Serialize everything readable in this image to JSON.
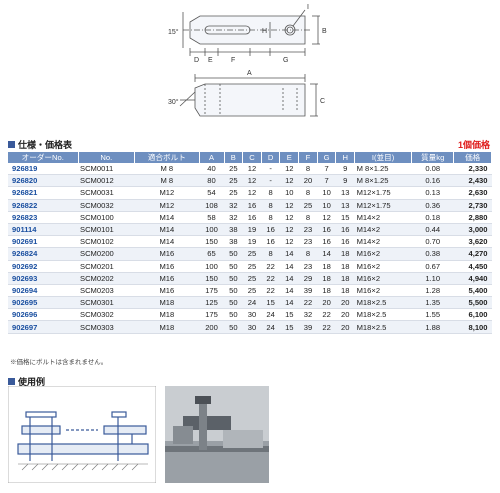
{
  "drawing": {
    "angle_top": "15°",
    "angle_side": "30°",
    "label_I": "I",
    "label_H": "H",
    "label_B": "B",
    "label_D": "D",
    "label_E": "E",
    "label_F": "F",
    "label_G": "G",
    "label_A": "A",
    "label_C": "C"
  },
  "spec": {
    "title": "仕様・価格表",
    "price_note": "1個価格",
    "columns": [
      "オーダーNo.",
      "No.",
      "適合ボルト",
      "A",
      "B",
      "C",
      "D",
      "E",
      "F",
      "G",
      "H",
      "I(並目)",
      "質量kg",
      "価格"
    ],
    "rows": [
      [
        "926819",
        "SCM0011",
        "M 8",
        "40",
        "25",
        "12",
        "-",
        "12",
        "8",
        "7",
        "9",
        "M 8×1.25",
        "0.08",
        "2,330"
      ],
      [
        "926820",
        "SCM0012",
        "M 8",
        "80",
        "25",
        "12",
        "-",
        "12",
        "20",
        "7",
        "9",
        "M 8×1.25",
        "0.16",
        "2,430"
      ],
      [
        "926821",
        "SCM0031",
        "M12",
        "54",
        "25",
        "12",
        "8",
        "10",
        "8",
        "10",
        "13",
        "M12×1.75",
        "0.13",
        "2,630"
      ],
      [
        "926822",
        "SCM0032",
        "M12",
        "108",
        "32",
        "16",
        "8",
        "12",
        "25",
        "10",
        "13",
        "M12×1.75",
        "0.36",
        "2,730"
      ],
      [
        "926823",
        "SCM0100",
        "M14",
        "58",
        "32",
        "16",
        "8",
        "12",
        "8",
        "12",
        "15",
        "M14×2",
        "0.18",
        "2,880"
      ],
      [
        "901114",
        "SCM0101",
        "M14",
        "100",
        "38",
        "19",
        "16",
        "12",
        "23",
        "16",
        "16",
        "M14×2",
        "0.44",
        "3,000"
      ],
      [
        "902691",
        "SCM0102",
        "M14",
        "150",
        "38",
        "19",
        "16",
        "12",
        "23",
        "16",
        "16",
        "M14×2",
        "0.70",
        "3,620"
      ],
      [
        "926824",
        "SCM0200",
        "M16",
        "65",
        "50",
        "25",
        "8",
        "14",
        "8",
        "14",
        "18",
        "M16×2",
        "0.38",
        "4,270"
      ],
      [
        "902692",
        "SCM0201",
        "M16",
        "100",
        "50",
        "25",
        "22",
        "14",
        "23",
        "18",
        "18",
        "M16×2",
        "0.67",
        "4,450"
      ],
      [
        "902693",
        "SCM0202",
        "M16",
        "150",
        "50",
        "25",
        "22",
        "14",
        "29",
        "18",
        "18",
        "M16×2",
        "1.10",
        "4,940"
      ],
      [
        "902694",
        "SCM0203",
        "M16",
        "175",
        "50",
        "25",
        "22",
        "14",
        "39",
        "18",
        "18",
        "M16×2",
        "1.28",
        "5,400"
      ],
      [
        "902695",
        "SCM0301",
        "M18",
        "125",
        "50",
        "24",
        "15",
        "14",
        "22",
        "20",
        "20",
        "M18×2.5",
        "1.35",
        "5,500"
      ],
      [
        "902696",
        "SCM0302",
        "M18",
        "175",
        "50",
        "30",
        "24",
        "15",
        "32",
        "22",
        "20",
        "M18×2.5",
        "1.55",
        "6,100"
      ],
      [
        "902697",
        "SCM0303",
        "M18",
        "200",
        "50",
        "30",
        "24",
        "15",
        "39",
        "22",
        "20",
        "M18×2.5",
        "1.88",
        "8,100"
      ]
    ]
  },
  "footnote": "※価格にボルトは含まれません。",
  "usage": {
    "title": "使用例"
  },
  "colors": {
    "header_bg": "#6e8fc0",
    "order_text": "#1a4fa0",
    "price_note": "#e02020",
    "accent_square": "#3a5a9a"
  }
}
